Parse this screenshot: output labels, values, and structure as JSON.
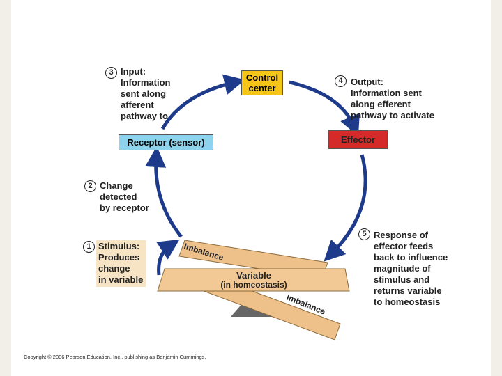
{
  "colors": {
    "arrow": "#1e3a8a",
    "control_center_fill": "#f5c518",
    "effector_fill": "#d42a2a",
    "receptor_fill": "#8ed3ee",
    "stimulus_fill": "#f7e4c4",
    "plank_fill": "#eec08a",
    "fulcrum": "#666666"
  },
  "boxes": {
    "control_center": "Control\ncenter",
    "receptor": "Receptor (sensor)",
    "effector": "Effector"
  },
  "steps": [
    {
      "number": "1",
      "text": "Stimulus:\nProduces\nchange\nin variable"
    },
    {
      "number": "2",
      "text": "Change\ndetected\nby receptor"
    },
    {
      "number": "3",
      "text": "Input:\nInformation\nsent along\nafferent\npathway to"
    },
    {
      "number": "4",
      "text": "Output:\nInformation sent\nalong efferent\npathway to activate"
    },
    {
      "number": "5",
      "text": "Response of\neffector feeds\nback to influence\nmagnitude of\nstimulus and\nreturns variable\nto homeostasis"
    }
  ],
  "balance": {
    "variable_label": "Variable",
    "variable_sub": "(in homeostasis)",
    "imbalance_top": "Imbalance",
    "imbalance_bottom": "Imbalance"
  },
  "copyright": "Copyright © 2006 Pearson Education, Inc., publishing as Benjamin Cummings."
}
